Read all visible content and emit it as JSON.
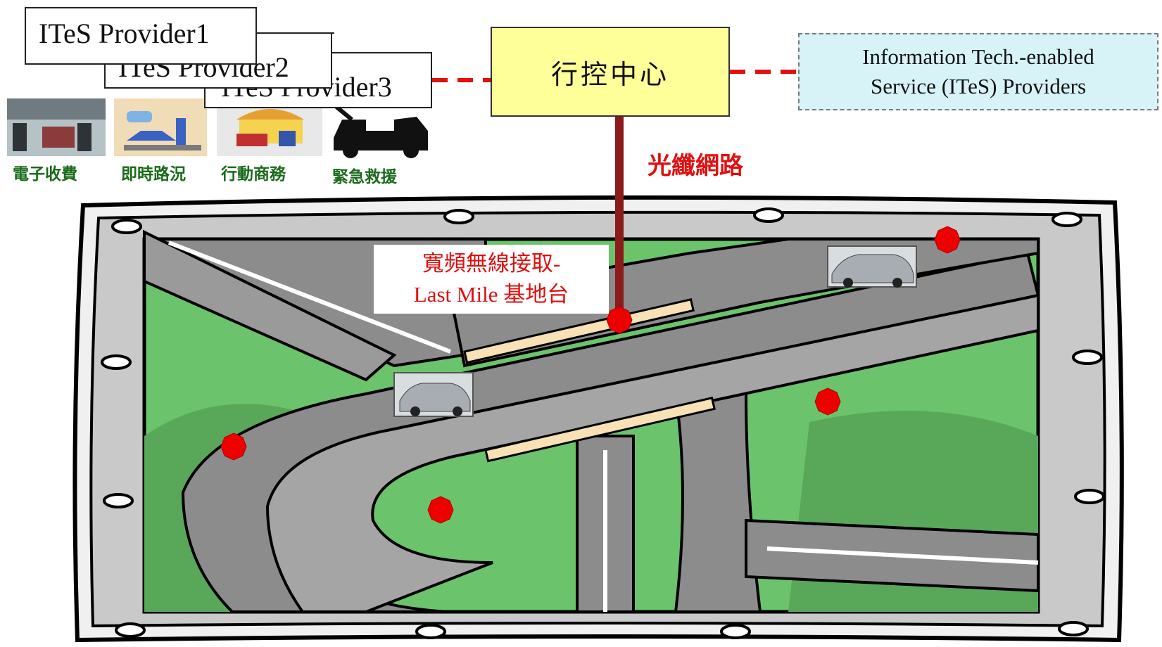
{
  "providers": [
    {
      "label": "ITeS Provider1"
    },
    {
      "label": "ITeS Provider2"
    },
    {
      "label": "ITeS Provider3"
    }
  ],
  "control_center": {
    "label": "行控中心"
  },
  "ites_box": {
    "line1": "Information Tech.-enabled",
    "line2": "Service (ITeS) Providers"
  },
  "fiber": {
    "label": "光纖網路"
  },
  "base_station": {
    "line1": "寬頻無線接取-",
    "line2": "Last Mile 基地台"
  },
  "services": [
    {
      "label": "電子收費",
      "icon": "toll-station-icon"
    },
    {
      "label": "即時路況",
      "icon": "traffic-info-icon"
    },
    {
      "label": "行動商務",
      "icon": "mobile-commerce-icon"
    },
    {
      "label": "緊急救援",
      "icon": "tow-truck-icon"
    }
  ],
  "colors": {
    "link": "#e01010",
    "fiber_cable": "#8b1a1a",
    "center_fill": "#ffff99",
    "ites_fill": "#d7f3f7",
    "grass": "#6bc46b",
    "road": "#8c8c8c",
    "node": "#ee0000"
  }
}
